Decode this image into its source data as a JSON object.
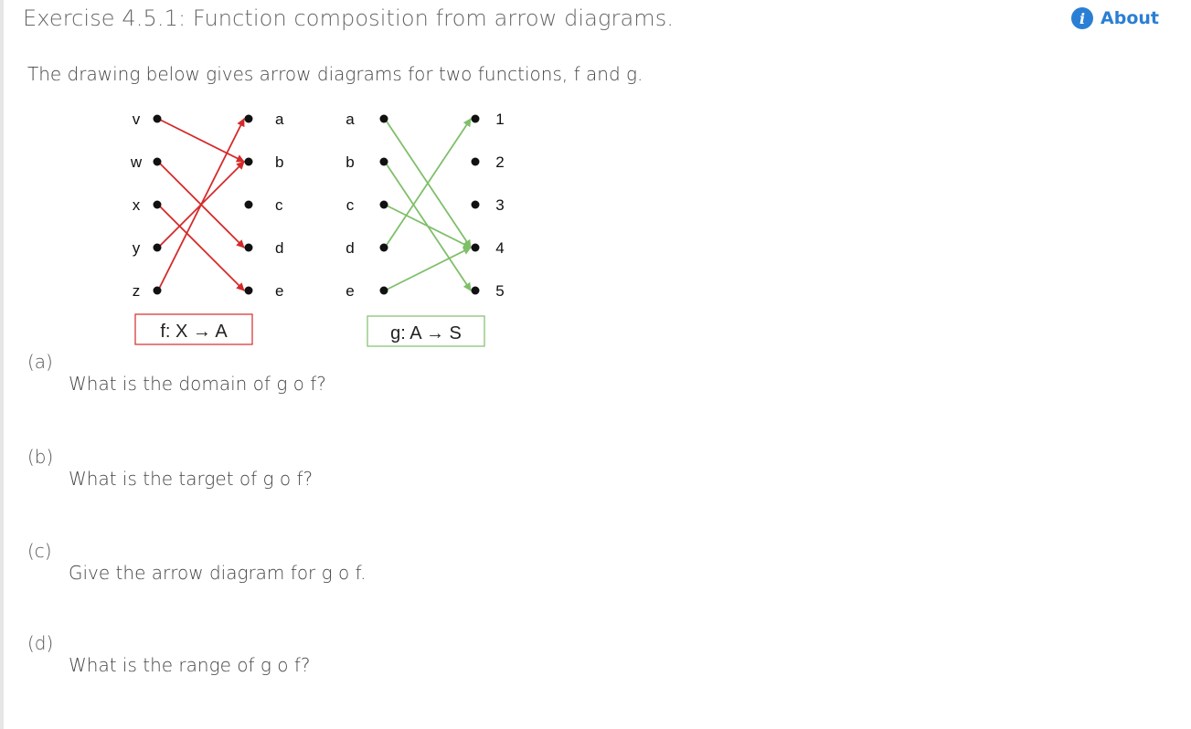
{
  "header": {
    "title": "Exercise 4.5.1: Function composition from arrow diagrams.",
    "about_label": "About",
    "about_icon": "info-icon"
  },
  "intro": "The drawing below gives arrow diagrams for two functions, f and g.",
  "diagram": {
    "f": {
      "domain": [
        "v",
        "w",
        "x",
        "y",
        "z"
      ],
      "codomain": [
        "a",
        "b",
        "c",
        "d",
        "e"
      ],
      "mapping": [
        [
          "v",
          "b"
        ],
        [
          "w",
          "d"
        ],
        [
          "x",
          "e"
        ],
        [
          "y",
          "b"
        ],
        [
          "z",
          "a"
        ]
      ],
      "label": "f: X → A",
      "color": "#d42a2a"
    },
    "g": {
      "domain": [
        "a",
        "b",
        "c",
        "d",
        "e"
      ],
      "codomain": [
        "1",
        "2",
        "3",
        "4",
        "5"
      ],
      "mapping": [
        [
          "a",
          "4"
        ],
        [
          "b",
          "5"
        ],
        [
          "c",
          "4"
        ],
        [
          "d",
          "1"
        ],
        [
          "e",
          "4"
        ]
      ],
      "label": "g: A → S",
      "color": "#7fbf6a"
    }
  },
  "parts": [
    {
      "label": "(a)",
      "question": "What is the domain of g o f?"
    },
    {
      "label": "(b)",
      "question": "What is the target of g o f?"
    },
    {
      "label": "(c)",
      "question": "Give the arrow diagram for g o f."
    },
    {
      "label": "(d)",
      "question": "What is the range of g o f?"
    }
  ]
}
